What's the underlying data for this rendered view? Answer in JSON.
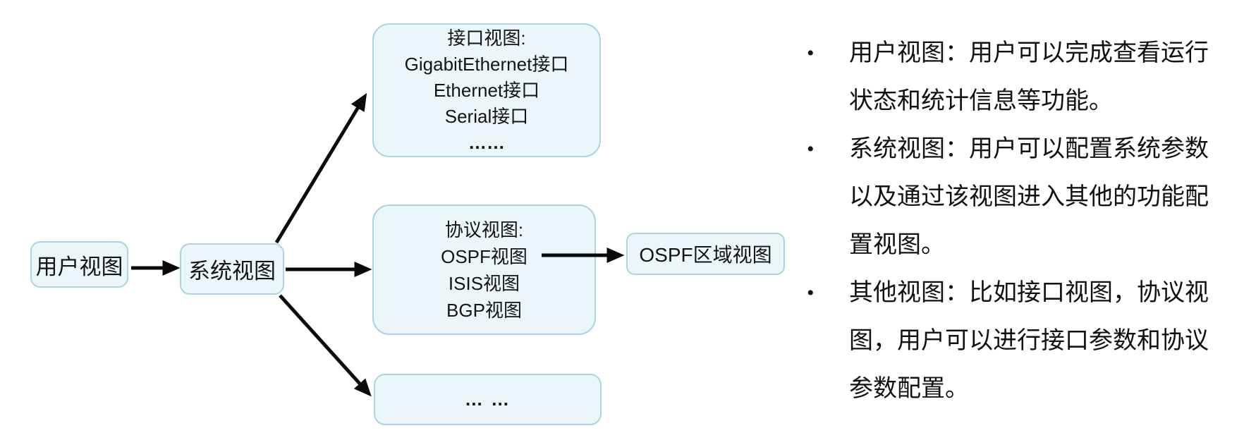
{
  "diagram": {
    "nodes": {
      "user_view": {
        "label": "用户视图"
      },
      "system_view": {
        "label": "系统视图"
      },
      "interface_view": {
        "title": "接口视图:",
        "lines": [
          "GigabitEthernet接口",
          "Ethernet接口",
          "Serial接口",
          "……"
        ]
      },
      "protocol_view": {
        "title": "协议视图:",
        "lines": [
          "OSPF视图",
          "ISIS视图",
          "BGP视图"
        ]
      },
      "ospf_area_view": {
        "label": "OSPF区域视图"
      },
      "other_view": {
        "label": "… …"
      }
    },
    "colors": {
      "box_fill": "#eaf6f9",
      "box_border": "#abd4e3",
      "arrow": "#0a0a0a",
      "text": "#1a1a1a"
    }
  },
  "right_panel": {
    "bullet_char": "•",
    "bullets": [
      {
        "text": "用户视图：用户可以完成查看运行状态和统计信息等功能。",
        "lines": [
          "用户视图：用户可以完成查看运行",
          "状态和统计信息等功能。"
        ]
      },
      {
        "text": "系统视图：用户可以配置系统参数以及通过该视图进入其他的功能配置视图。",
        "lines": [
          "系统视图：用户可以配置系统参数",
          "以及通过该视图进入其他的功能配",
          "置视图。"
        ]
      },
      {
        "text": "其他视图：比如接口视图，协议视图，用户可以进行接口参数和协议参数配置。",
        "lines": [
          "其他视图：比如接口视图，协议视",
          "图，用户可以进行接口参数和协议",
          "参数配置。"
        ]
      }
    ]
  }
}
